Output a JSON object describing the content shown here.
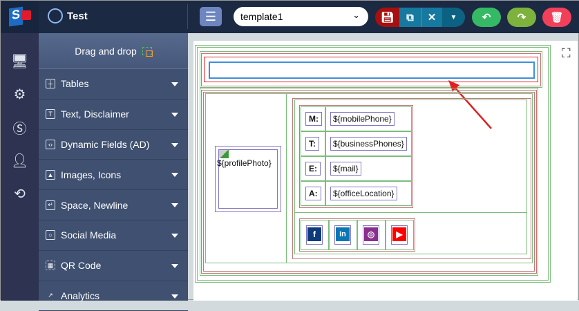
{
  "header": {
    "user": "Test",
    "template": "template1"
  },
  "sidebar": {
    "title": "Drag and drop",
    "items": [
      {
        "label": "Tables",
        "icon": "table-icon"
      },
      {
        "label": "Text, Disclaimer",
        "icon": "text-icon"
      },
      {
        "label": "Dynamic Fields (AD)",
        "icon": "code-icon"
      },
      {
        "label": "Images, Icons",
        "icon": "image-icon"
      },
      {
        "label": "Space, Newline",
        "icon": "newline-icon"
      },
      {
        "label": "Social Media",
        "icon": "instagram-icon"
      },
      {
        "label": "QR Code",
        "icon": "qr-icon"
      },
      {
        "label": "Analytics",
        "icon": "chart-icon"
      }
    ]
  },
  "signature": {
    "photo": "${profilePhoto}",
    "rows": [
      {
        "label": "M:",
        "value": "${mobilePhone}"
      },
      {
        "label": "T:",
        "value": "${businessPhones}"
      },
      {
        "label": "E:",
        "value": "${mail}"
      },
      {
        "label": "A:",
        "value": "${officeLocation}"
      }
    ],
    "social": {
      "facebook": "f",
      "linkedin": "in"
    }
  },
  "colors": {
    "save": "#a80f0f",
    "actions": "#16799f",
    "undo": "#35b965",
    "redo": "#7db23c",
    "delete": "#f2405a"
  }
}
